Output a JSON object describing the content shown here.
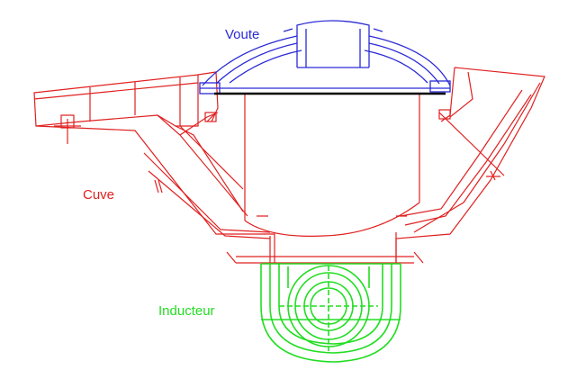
{
  "labels": {
    "voute": "Voute",
    "cuve": "Cuve",
    "inducteur": "Inducteur"
  },
  "colors": {
    "voute": "#2a2ad6",
    "cuve": "#e02020",
    "inducteur": "#22dd22",
    "black": "#000000"
  }
}
